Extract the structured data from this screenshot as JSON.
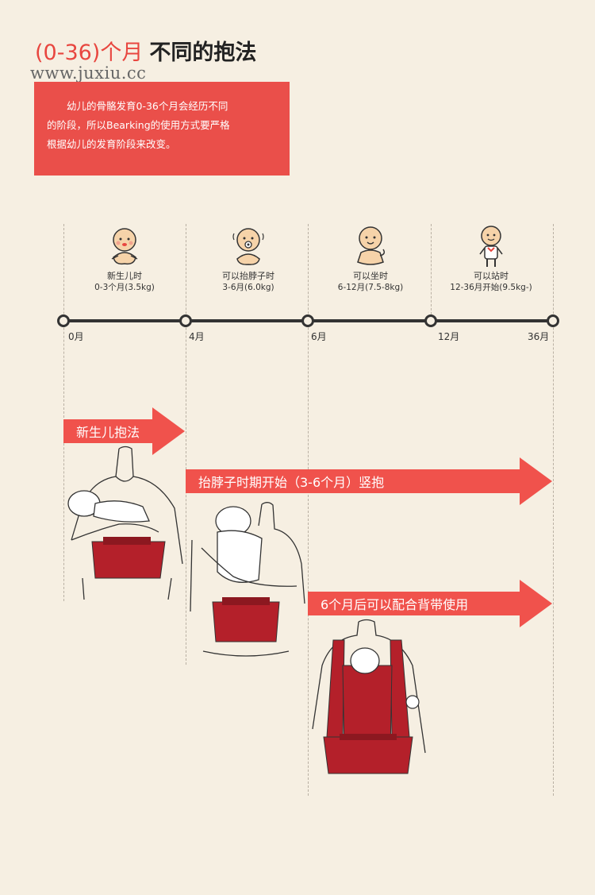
{
  "header": {
    "title_red": "(0-36)个月",
    "title_black": "不同的抱法",
    "watermark": "www.juxiu.cc"
  },
  "intro": {
    "lines": [
      "幼儿的骨骼发育0-36个月会经历不同",
      "的阶段，所以Bearking的使用方式要严格",
      "根据幼儿的发育阶段来改变。"
    ]
  },
  "stages": [
    {
      "label": "新生儿时",
      "detail": "0-3个月(3.5kg)",
      "icon": "newborn-baby-icon"
    },
    {
      "label": "可以抬脖子时",
      "detail": "3-6月(6.0kg)",
      "icon": "pacifier-baby-icon"
    },
    {
      "label": "可以坐时",
      "detail": "6-12月(7.5-8kg)",
      "icon": "sitting-baby-icon"
    },
    {
      "label": "可以站时",
      "detail": "12-36月开始(9.5kg-)",
      "icon": "standing-baby-icon"
    }
  ],
  "months": [
    "0月",
    "4月",
    "6月",
    "12月",
    "36月"
  ],
  "arrows": [
    "新生儿抱法",
    "抬脖子时期开始（3-6个月）竖抱",
    "6个月后可以配合背带使用"
  ],
  "colors": {
    "accent": "#ea4f4a",
    "arrow": "#f0524c",
    "carrier": "#b4202a",
    "background": "#f6efe2",
    "timeline": "#333333"
  }
}
